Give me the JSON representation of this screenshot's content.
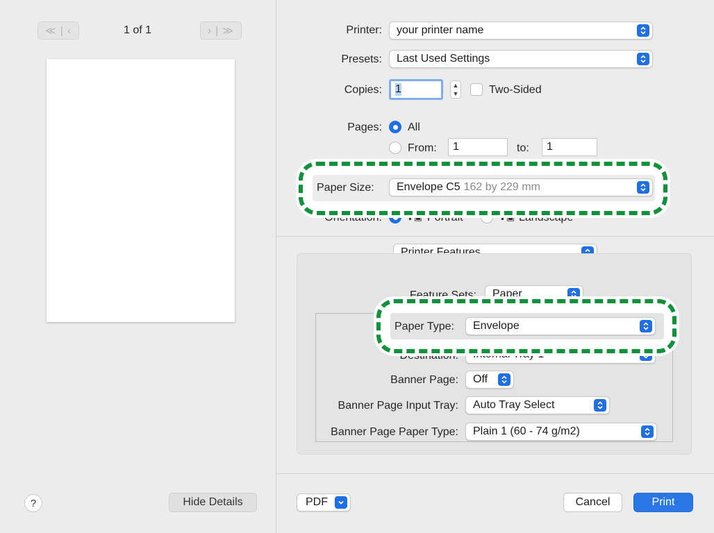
{
  "preview": {
    "prev_nav": "≪ | ‹",
    "page_counter": "1 of 1",
    "next_nav": "› | ≫"
  },
  "printer": {
    "label": "Printer:",
    "value": "your printer name"
  },
  "presets": {
    "label": "Presets:",
    "value": "Last Used Settings"
  },
  "copies": {
    "label": "Copies:",
    "value": "1",
    "two_sided_label": "Two-Sided"
  },
  "pages": {
    "label": "Pages:",
    "all_label": "All",
    "from_label": "From:",
    "from_value": "1",
    "to_label": "to:",
    "to_value": "1"
  },
  "paper_size": {
    "label": "Paper Size:",
    "name": "Envelope C5",
    "dims": "162 by 229 mm"
  },
  "orientation": {
    "label": "Orientation:",
    "portrait_label": "Portrait",
    "landscape_label": "Landscape"
  },
  "section_popup": {
    "value": "Printer Features"
  },
  "feature_sets": {
    "label": "Feature Sets:",
    "value": "Paper"
  },
  "paper_type": {
    "label": "Paper Type:",
    "value": "Envelope"
  },
  "destination": {
    "label": "Destination:",
    "value": "Internal Tray 1"
  },
  "banner_page": {
    "label": "Banner Page:",
    "value": "Off"
  },
  "banner_input_tray": {
    "label": "Banner Page Input Tray:",
    "value": "Auto Tray Select"
  },
  "banner_paper_type": {
    "label": "Banner Page Paper Type:",
    "value": "Plain 1 (60 - 74 g/m2)"
  },
  "footer": {
    "help_label": "?",
    "hide_details_label": "Hide Details",
    "pdf_label": "PDF",
    "cancel_label": "Cancel",
    "print_label": "Print"
  },
  "colors": {
    "accent": "#1f6fe5",
    "highlight_dash": "#12913b",
    "panel": "#ececec"
  }
}
